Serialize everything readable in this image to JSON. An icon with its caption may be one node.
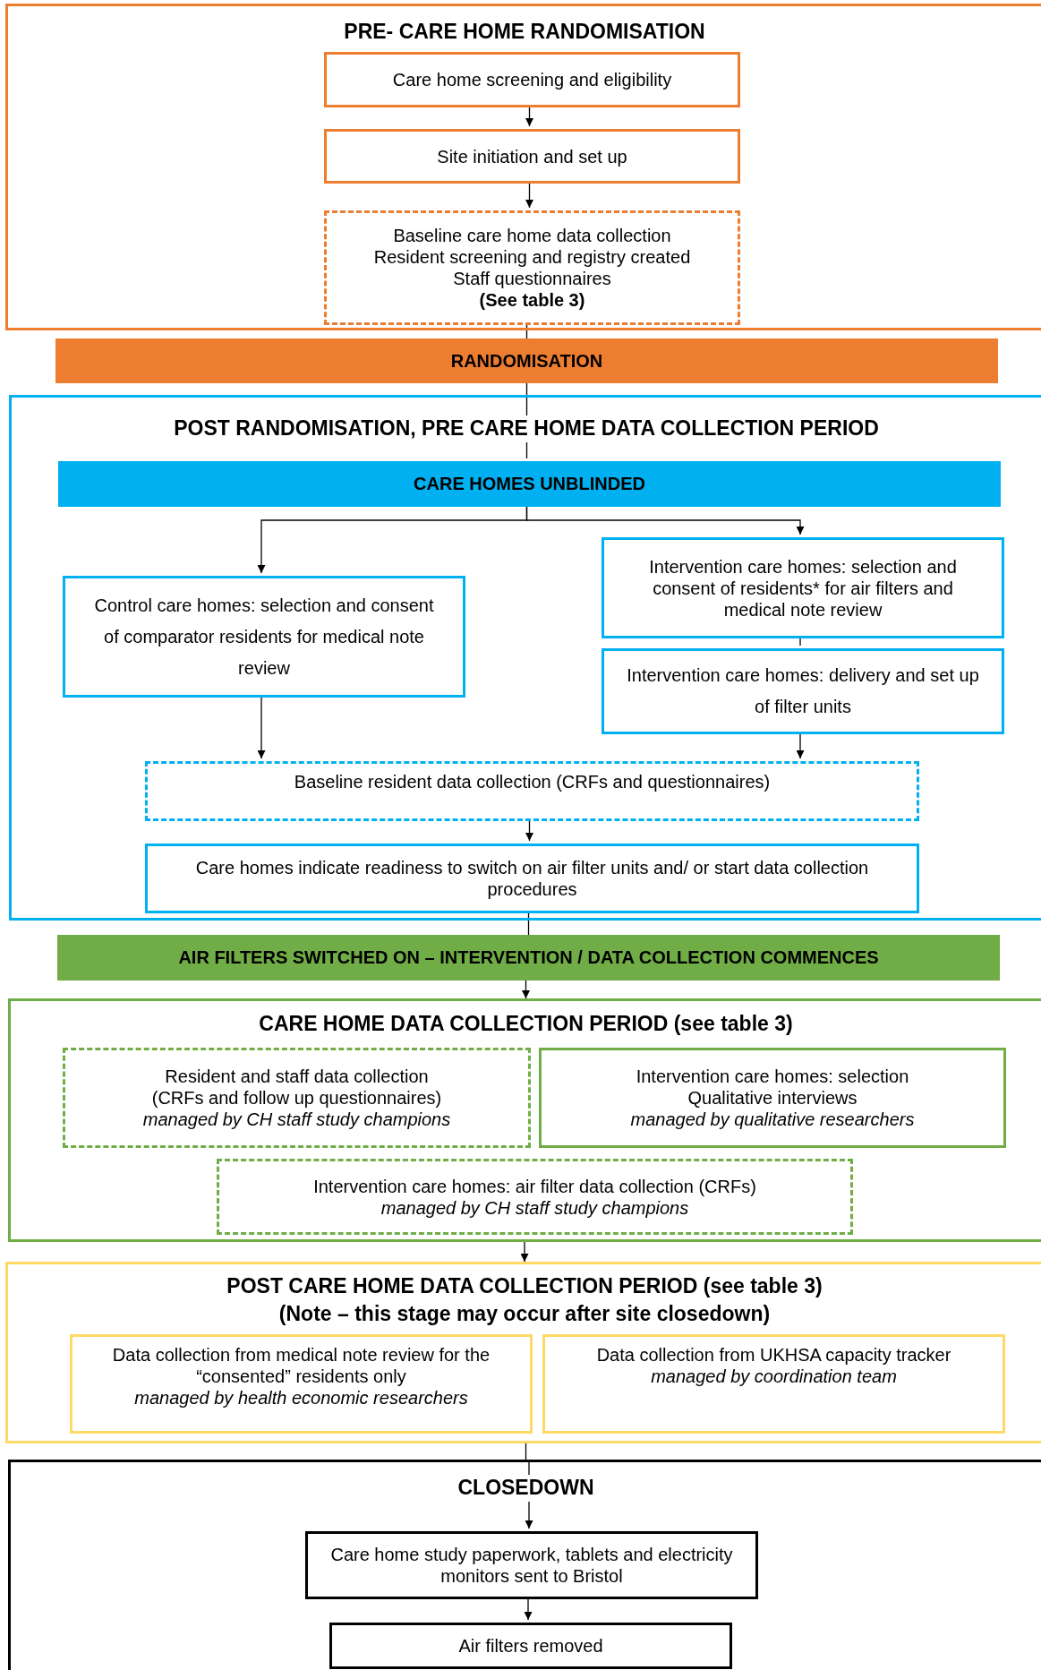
{
  "diagram": {
    "nodes": [
      {
        "text": [
          "PRE- CARE HOME RANDOMISATION"
        ]
      },
      {
        "text": [
          "Care home screening and eligibility"
        ],
        "in": 0
      },
      {
        "text": [
          "Site initiation and set up"
        ],
        "in": 0
      },
      {
        "text": [
          "Baseline care home data collection",
          "Resident screening and registry created",
          "Staff questionnaires",
          "(See table 3)"
        ],
        "in": 0
      },
      {
        "text": [
          "RANDOMISATION"
        ]
      },
      {
        "text": [
          "POST RANDOMISATION, PRE CARE HOME DATA COLLECTION PERIOD"
        ]
      },
      {
        "text": [
          "CARE HOMES UNBLINDED"
        ],
        "in": 5
      },
      {
        "text": [
          "Control care homes: selection and consent of comparator residents for medical note review"
        ],
        "in": 5
      },
      {
        "text": [
          "Intervention care homes: selection and consent of residents* for air filters and medical note review"
        ],
        "in": 5
      },
      {
        "text": [
          "Intervention care homes: delivery and set up of filter units"
        ],
        "in": 5
      },
      {
        "text": [
          "Baseline resident data collection (CRFs and questionnaires)"
        ],
        "in": 5
      },
      {
        "text": [
          "Care homes indicate readiness to switch on air filter units and/ or start data collection procedures"
        ],
        "in": 5
      },
      {
        "text": [
          "AIR FILTERS SWITCHED ON – INTERVENTION / DATA COLLECTION COMMENCES"
        ]
      },
      {
        "text": [
          "CARE HOME DATA COLLECTION PERIOD (see table 3)"
        ]
      },
      {
        "text": [
          "Resident and staff data collection",
          "(CRFs and follow up questionnaires)",
          "managed by CH staff study champions"
        ],
        "in": 13
      },
      {
        "text": [
          "Intervention care homes: selection",
          "Qualitative interviews",
          "managed by qualitative researchers"
        ],
        "in": 13
      },
      {
        "text": [
          "Intervention care homes: air filter data collection (CRFs)",
          "managed by CH staff study champions"
        ],
        "in": 13
      },
      {
        "text": [
          "POST CARE HOME DATA COLLECTION PERIOD (see table 3)",
          "(Note – this stage may occur after site closedown)"
        ]
      },
      {
        "text": [
          "Data collection from medical note review for the “consented” residents only",
          "managed by health economic researchers"
        ],
        "in": 17
      },
      {
        "text": [
          "Data collection from UKHSA capacity tracker",
          "managed by coordination team"
        ],
        "in": 17
      },
      {
        "text": [
          "CLOSEDOWN"
        ]
      },
      {
        "text": [
          "Care home study paperwork, tablets and electricity monitors sent to Bristol"
        ],
        "in": 20
      },
      {
        "text": [
          "Air filters removed"
        ],
        "in": 20
      }
    ],
    "edges": [
      {
        "from": 1,
        "to": 2,
        "arrow": "to"
      },
      {
        "from": 2,
        "to": 3,
        "arrow": "to"
      },
      {
        "from": 3,
        "to": 4,
        "arrow": "none"
      },
      {
        "from": 4,
        "to": 6,
        "arrow": "none"
      },
      {
        "from": 6,
        "to": 7,
        "arrow": "to"
      },
      {
        "from": 6,
        "to": 8,
        "arrow": "to"
      },
      {
        "from": 8,
        "to": 9,
        "arrow": "none"
      },
      {
        "from": 7,
        "to": 10,
        "arrow": "to"
      },
      {
        "from": 9,
        "to": 10,
        "arrow": "to"
      },
      {
        "from": 10,
        "to": 11,
        "arrow": "to"
      },
      {
        "from": 11,
        "to": 12,
        "arrow": "none"
      },
      {
        "from": 12,
        "to": 13,
        "arrow": "to"
      },
      {
        "from": 13,
        "to": 17,
        "arrow": "to"
      },
      {
        "from": 17,
        "to": 20,
        "arrow": "none"
      },
      {
        "from": 20,
        "to": 21,
        "arrow": "to"
      },
      {
        "from": 21,
        "to": 22,
        "arrow": "to"
      }
    ]
  }
}
